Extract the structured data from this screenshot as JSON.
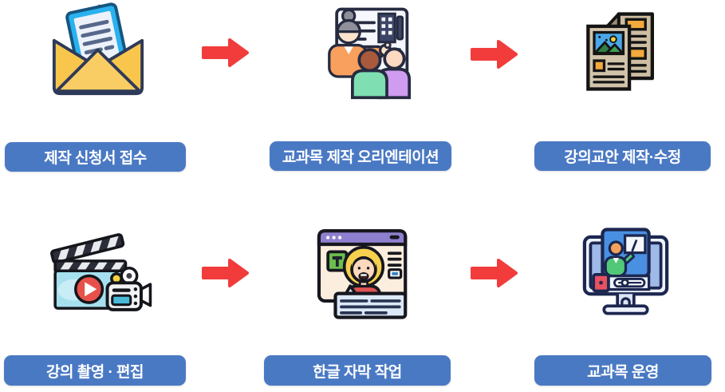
{
  "flow": {
    "rows": [
      {
        "steps": [
          {
            "label": "제작 신청서 접수",
            "icon": "envelope-letter-icon"
          },
          {
            "label": "교과목 제작 오리엔테이션",
            "icon": "orientation-presentation-icon"
          },
          {
            "label": "강의교안 제작·수정",
            "icon": "brochure-edit-icon"
          }
        ]
      },
      {
        "steps": [
          {
            "label": "강의 촬영 · 편집",
            "icon": "clapperboard-camera-icon"
          },
          {
            "label": "한글 자막 작업",
            "icon": "subtitle-window-icon"
          },
          {
            "label": "교과목 운영",
            "icon": "elearning-monitor-icon"
          }
        ]
      }
    ],
    "colors": {
      "label_background": "#4a79c4",
      "label_text": "#ffffff",
      "arrow": "#f23c3c",
      "page_background": "#ffffff"
    }
  }
}
